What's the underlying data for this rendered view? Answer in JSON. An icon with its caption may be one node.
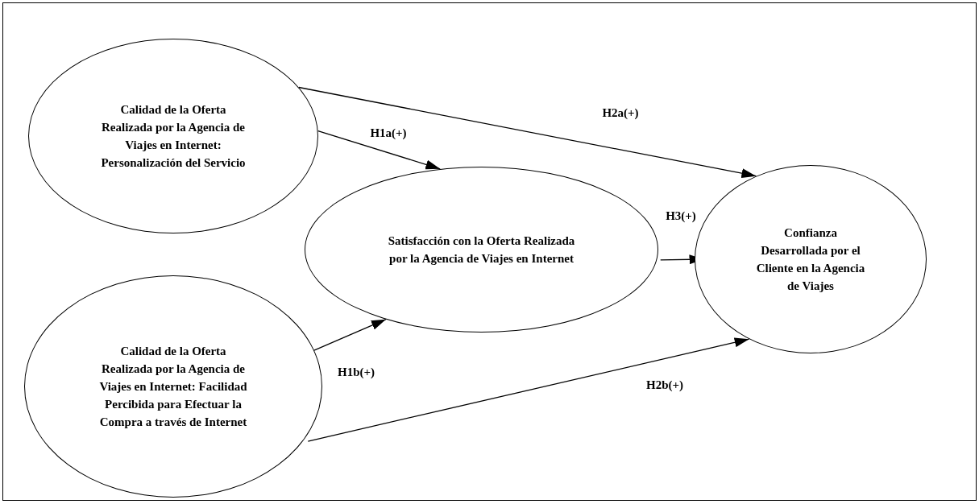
{
  "diagram": {
    "nodes": [
      {
        "text": [
          "Calidad de la Oferta Realizada por la Agencia de Viajes en Internet: Personalización del Servicio"
        ]
      },
      {
        "text": [
          "Calidad de la Oferta Realizada por la Agencia de Viajes en Internet: Facilidad Percibida para Efectuar la Compra a través de Internet"
        ]
      },
      {
        "text": [
          "Satisfacción con la Oferta Realizada por la Agencia de Viajes en Internet"
        ]
      },
      {
        "text": [
          "Confianza Desarrollada por el Cliente en la Agencia de Viajes"
        ]
      }
    ],
    "edges": [
      {
        "from": 0,
        "to": 3,
        "arrow": "to",
        "label": "H2a(+)"
      },
      {
        "from": 0,
        "to": 2,
        "arrow": "to",
        "label": "H1a(+)"
      },
      {
        "from": 1,
        "to": 2,
        "arrow": "to",
        "label": "H1b(+)"
      },
      {
        "from": 2,
        "to": 3,
        "arrow": "to",
        "label": "H3(+)"
      },
      {
        "from": 1,
        "to": 3,
        "arrow": "to",
        "label": "H2b(+)"
      }
    ]
  }
}
